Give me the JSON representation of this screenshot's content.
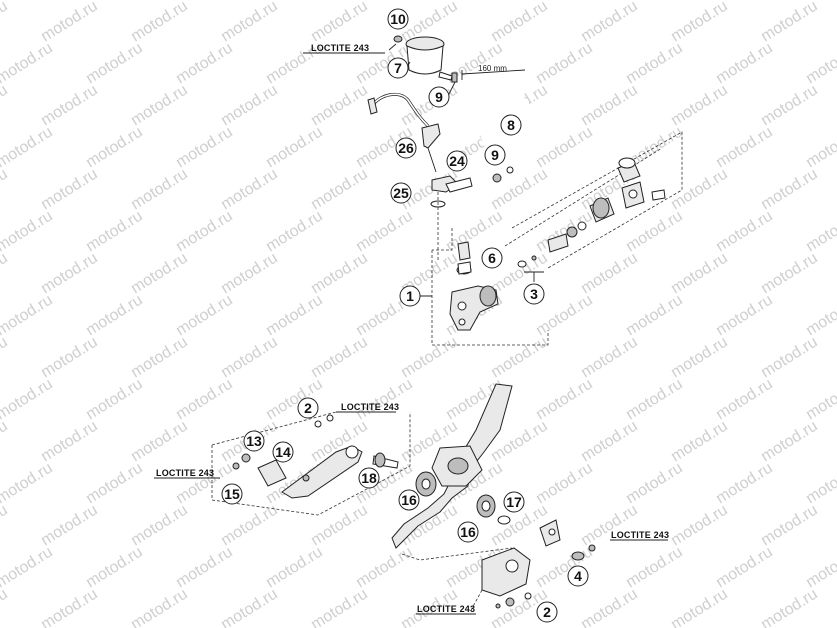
{
  "watermark": "motod.ru",
  "callouts": {
    "c1": "1",
    "c2a": "2",
    "c2b": "2",
    "c3": "3",
    "c4": "4",
    "c6": "6",
    "c7": "7",
    "c8": "8",
    "c9a": "9",
    "c9b": "9",
    "c10": "10",
    "c13": "13",
    "c14": "14",
    "c15": "15",
    "c16a": "16",
    "c16b": "16",
    "c17": "17",
    "c18": "18",
    "c24": "24",
    "c25": "25",
    "c26": "26"
  },
  "notes": {
    "loctite_1": "LOCTITE 243",
    "loctite_2": "LOCTITE 243",
    "loctite_3": "LOCTITE 243",
    "loctite_4": "LOCTITE 243",
    "loctite_5": "LOCTITE 243",
    "dimension": "160 mm"
  }
}
